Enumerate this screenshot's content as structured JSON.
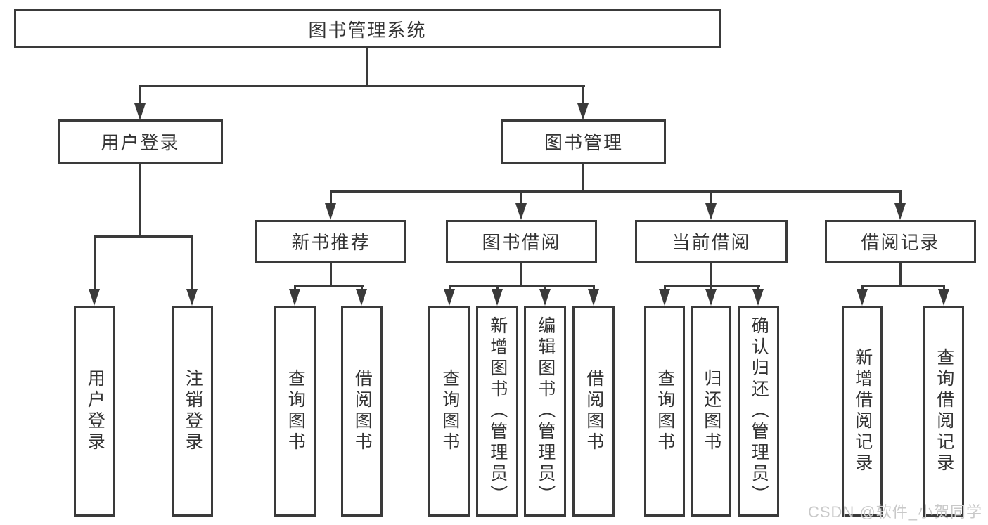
{
  "diagram_type": "hierarchy",
  "colors": {
    "line": "#3a3a3a",
    "text": "#333333",
    "background": "#ffffff",
    "watermark": "#c9c9c9"
  },
  "tree": {
    "label": "图书管理系统",
    "children": [
      {
        "label": "用户登录",
        "children": [
          {
            "label": "用户登录"
          },
          {
            "label": "注销登录"
          }
        ]
      },
      {
        "label": "图书管理",
        "children": [
          {
            "label": "新书推荐",
            "children": [
              {
                "label": "查询图书"
              },
              {
                "label": "借阅图书"
              }
            ]
          },
          {
            "label": "图书借阅",
            "children": [
              {
                "label": "查询图书"
              },
              {
                "label": "新增图书（管理员）"
              },
              {
                "label": "编辑图书（管理员）"
              },
              {
                "label": "借阅图书"
              }
            ]
          },
          {
            "label": "当前借阅",
            "children": [
              {
                "label": "查询图书"
              },
              {
                "label": "归还图书"
              },
              {
                "label": "确认归还（管理员）"
              }
            ]
          },
          {
            "label": "借阅记录",
            "children": [
              {
                "label": "新增借阅记录"
              },
              {
                "label": "查询借阅记录"
              }
            ]
          }
        ]
      }
    ]
  },
  "watermark": {
    "text": "CSDN @软件_小贺同学"
  }
}
